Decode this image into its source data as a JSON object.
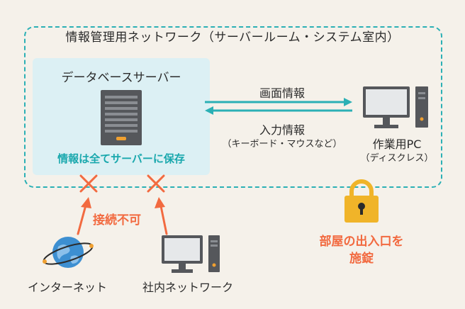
{
  "network": {
    "title": "情報管理用ネットワーク（サーバールーム・システム室内）"
  },
  "server": {
    "title": "データベースサーバー",
    "note": "情報は全てサーバーに保存"
  },
  "arrows": {
    "screen_info": "画面情報",
    "input_info": "入力情報",
    "input_detail": "（キーボード・マウスなど）"
  },
  "workstation": {
    "label": "作業用PC",
    "sublabel": "（ディスクレス）"
  },
  "blocked": {
    "label": "接続不可"
  },
  "external": {
    "internet": "インターネット",
    "internal_network": "社内ネットワーク"
  },
  "lock": {
    "label_line1": "部屋の出入口を",
    "label_line2": "施錠"
  },
  "colors": {
    "teal": "#2bb0b5",
    "orange": "#f26a40",
    "lock_gold": "#f0b429",
    "panel": "#dcf0f4",
    "background": "#f5f1ea"
  }
}
